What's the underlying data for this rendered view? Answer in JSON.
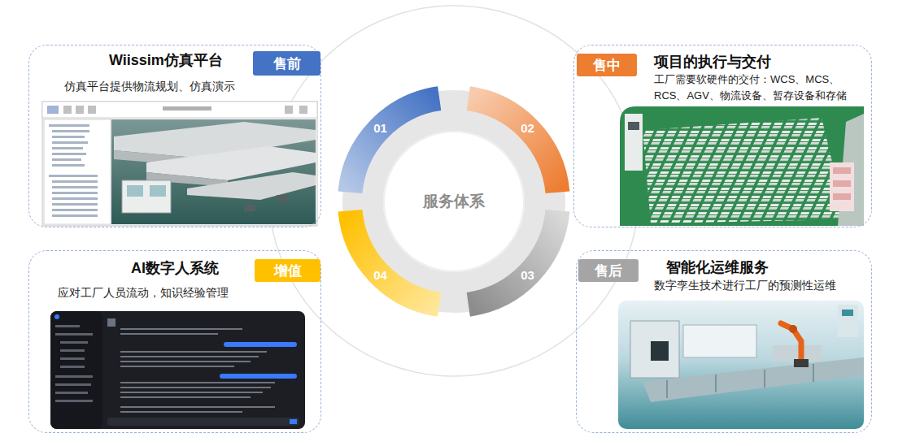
{
  "diagram": {
    "nodes": [
      {
        "text": [
          "Wiissim仿真平台",
          "仿真平台提供物流规划、仿真演示"
        ]
      },
      {
        "text": [
          "售前"
        ],
        "in": 0
      },
      {
        "text": [
          "项目的执行与交付",
          "工厂需要软硬件的交付：WCS、MCS、 RCS、AGV、物流设备、暂存设备和存储"
        ]
      },
      {
        "text": [
          "售中"
        ],
        "in": 2
      },
      {
        "text": [
          "服务体系"
        ]
      },
      {
        "text": [
          "01"
        ]
      },
      {
        "text": [
          "02"
        ]
      },
      {
        "text": [
          "03"
        ]
      },
      {
        "text": [
          "04"
        ]
      },
      {
        "text": [
          "AI数字人系统",
          "应对工厂人员流动，知识经验管理"
        ]
      },
      {
        "text": [
          "增值"
        ],
        "in": 9
      },
      {
        "text": [
          "智能化运维服务",
          "数字孪生技术进行工厂的预测性运维"
        ]
      },
      {
        "text": [
          "售后"
        ],
        "in": 11
      }
    ]
  }
}
